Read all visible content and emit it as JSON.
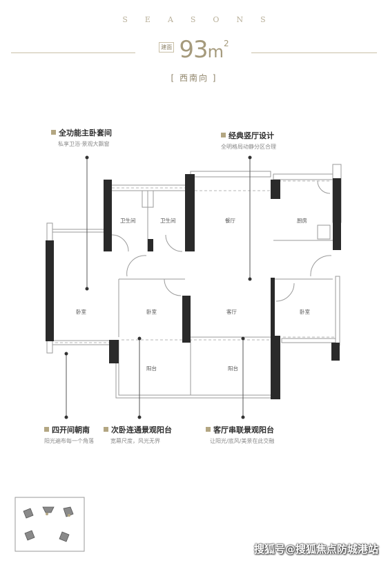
{
  "header": {
    "brand": "SEASONS",
    "area_number": "93",
    "area_unit": "m",
    "area_sup": "2",
    "orientation": "[ 西南向 ]"
  },
  "features": {
    "master_suite": {
      "title": "全功能主卧套间",
      "subtitle": "私享卫浴·景观大飘窗"
    },
    "living_design": {
      "title": "经典竖厅设计",
      "subtitle": "全明格局动静分区合理"
    },
    "four_rooms": {
      "title": "四开间朝南",
      "subtitle": "阳光遍布每一个角落"
    },
    "balcony_link": {
      "title": "次卧连通景观阳台",
      "subtitle": "宽幕尺度，风光无界"
    },
    "living_balcony": {
      "title": "客厅串联景观阳台",
      "subtitle": "让阳光/底风/美景在此交融"
    }
  },
  "rooms": {
    "bath1": "卫生间",
    "bath2": "卫生间",
    "dining": "餐厅",
    "kitchen": "厨房",
    "bed_master": "卧室",
    "bed_second": "卧室",
    "living": "客厅",
    "bed_third": "卧室",
    "balcony1": "阳台",
    "balcony2": "阳台"
  },
  "watermark": "搜狐号@搜狐焦点防城港站",
  "colors": {
    "gold": "#b3a682",
    "wall": "#2a2a2a"
  }
}
